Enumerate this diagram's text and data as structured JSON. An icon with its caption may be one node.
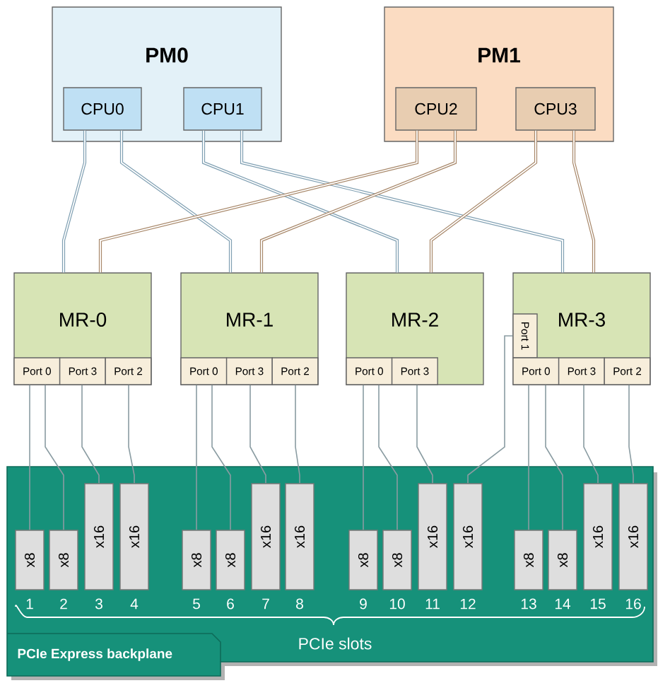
{
  "diagram": {
    "nodes": [
      {
        "text": [
          "PM0"
        ]
      },
      {
        "text": [
          "CPU0"
        ],
        "in": 0
      },
      {
        "text": [
          "CPU1"
        ],
        "in": 0
      },
      {
        "text": [
          "PM1"
        ]
      },
      {
        "text": [
          "CPU2"
        ],
        "in": 3
      },
      {
        "text": [
          "CPU3"
        ],
        "in": 3
      },
      {
        "text": [
          "MR-0"
        ]
      },
      {
        "text": [
          "Port 0"
        ],
        "in": 6
      },
      {
        "text": [
          "Port 3"
        ],
        "in": 6
      },
      {
        "text": [
          "Port 2"
        ],
        "in": 6
      },
      {
        "text": [
          "MR-1"
        ]
      },
      {
        "text": [
          "Port 0"
        ],
        "in": 10
      },
      {
        "text": [
          "Port 3"
        ],
        "in": 10
      },
      {
        "text": [
          "Port 2"
        ],
        "in": 10
      },
      {
        "text": [
          "MR-2"
        ]
      },
      {
        "text": [
          "Port 0"
        ],
        "in": 14
      },
      {
        "text": [
          "Port 3"
        ],
        "in": 14
      },
      {
        "text": [
          "MR-3"
        ]
      },
      {
        "text": [
          "Port 1"
        ],
        "in": 17
      },
      {
        "text": [
          "Port 0"
        ],
        "in": 17
      },
      {
        "text": [
          "Port 3"
        ],
        "in": 17
      },
      {
        "text": [
          "Port 2"
        ],
        "in": 17
      },
      {
        "text": [
          "PCIe Express backplane"
        ]
      },
      {
        "text": [
          "x8"
        ],
        "beside": [
          "1"
        ],
        "in": 22
      },
      {
        "text": [
          "x8"
        ],
        "beside": [
          "2"
        ],
        "in": 22
      },
      {
        "text": [
          "x16"
        ],
        "beside": [
          "3"
        ],
        "in": 22
      },
      {
        "text": [
          "x16"
        ],
        "beside": [
          "4"
        ],
        "in": 22
      },
      {
        "text": [
          "x8"
        ],
        "beside": [
          "5"
        ],
        "in": 22
      },
      {
        "text": [
          "x8"
        ],
        "beside": [
          "6"
        ],
        "in": 22
      },
      {
        "text": [
          "x16"
        ],
        "beside": [
          "7"
        ],
        "in": 22
      },
      {
        "text": [
          "x16"
        ],
        "beside": [
          "8"
        ],
        "in": 22
      },
      {
        "text": [
          "x8"
        ],
        "beside": [
          "9"
        ],
        "in": 22
      },
      {
        "text": [
          "x8"
        ],
        "beside": [
          "10"
        ],
        "in": 22
      },
      {
        "text": [
          "x16"
        ],
        "beside": [
          "11"
        ],
        "in": 22
      },
      {
        "text": [
          "x16"
        ],
        "beside": [
          "12"
        ],
        "in": 22
      },
      {
        "text": [
          "x8"
        ],
        "beside": [
          "13"
        ],
        "in": 22
      },
      {
        "text": [
          "x8"
        ],
        "beside": [
          "14"
        ],
        "in": 22
      },
      {
        "text": [
          "x16"
        ],
        "beside": [
          "15"
        ],
        "in": 22
      },
      {
        "text": [
          "x16"
        ],
        "beside": [
          "16"
        ],
        "in": 22
      }
    ],
    "edges": [
      {
        "from": 1,
        "to": 6,
        "arrow": "none",
        "color": "#7f9fb2"
      },
      {
        "from": 1,
        "to": 10,
        "arrow": "none",
        "color": "#7f9fb2"
      },
      {
        "from": 2,
        "to": 14,
        "arrow": "none",
        "color": "#7f9fb2"
      },
      {
        "from": 2,
        "to": 17,
        "arrow": "none",
        "color": "#7f9fb2"
      },
      {
        "from": 4,
        "to": 6,
        "arrow": "none",
        "color": "#a8886a"
      },
      {
        "from": 4,
        "to": 10,
        "arrow": "none",
        "color": "#a8886a"
      },
      {
        "from": 5,
        "to": 14,
        "arrow": "none",
        "color": "#a8886a"
      },
      {
        "from": 5,
        "to": 17,
        "arrow": "none",
        "color": "#a8886a"
      },
      {
        "from": 7,
        "to": 23,
        "arrow": "none"
      },
      {
        "from": 7,
        "to": 24,
        "arrow": "none"
      },
      {
        "from": 8,
        "to": 25,
        "arrow": "none"
      },
      {
        "from": 9,
        "to": 26,
        "arrow": "none"
      },
      {
        "from": 11,
        "to": 27,
        "arrow": "none"
      },
      {
        "from": 11,
        "to": 28,
        "arrow": "none"
      },
      {
        "from": 12,
        "to": 29,
        "arrow": "none"
      },
      {
        "from": 13,
        "to": 30,
        "arrow": "none"
      },
      {
        "from": 15,
        "to": 31,
        "arrow": "none"
      },
      {
        "from": 15,
        "to": 32,
        "arrow": "none"
      },
      {
        "from": 16,
        "to": 33,
        "arrow": "none"
      },
      {
        "from": 18,
        "to": 34,
        "arrow": "none"
      },
      {
        "from": 19,
        "to": 35,
        "arrow": "none"
      },
      {
        "from": 19,
        "to": 36,
        "arrow": "none"
      },
      {
        "from": 20,
        "to": 37,
        "arrow": "none"
      },
      {
        "from": 21,
        "to": 38,
        "arrow": "none"
      }
    ],
    "labels": [
      "PCIe slots"
    ]
  }
}
